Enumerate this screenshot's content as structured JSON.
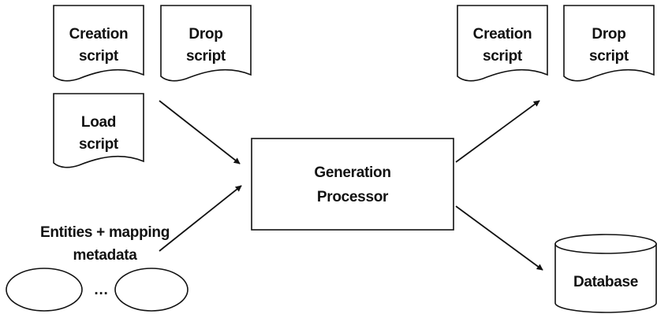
{
  "inputs": {
    "creation_script": [
      "Creation",
      "script"
    ],
    "drop_script": [
      "Drop",
      "script"
    ],
    "load_script": [
      "Load",
      "script"
    ],
    "entities_label": [
      "Entities  + mapping",
      "metadata"
    ],
    "ellipsis": "…"
  },
  "processor": {
    "label": [
      "Generation",
      "Processor"
    ]
  },
  "outputs": {
    "creation_script": [
      "Creation",
      "script"
    ],
    "drop_script": [
      "Drop",
      "script"
    ],
    "database": "Database"
  }
}
